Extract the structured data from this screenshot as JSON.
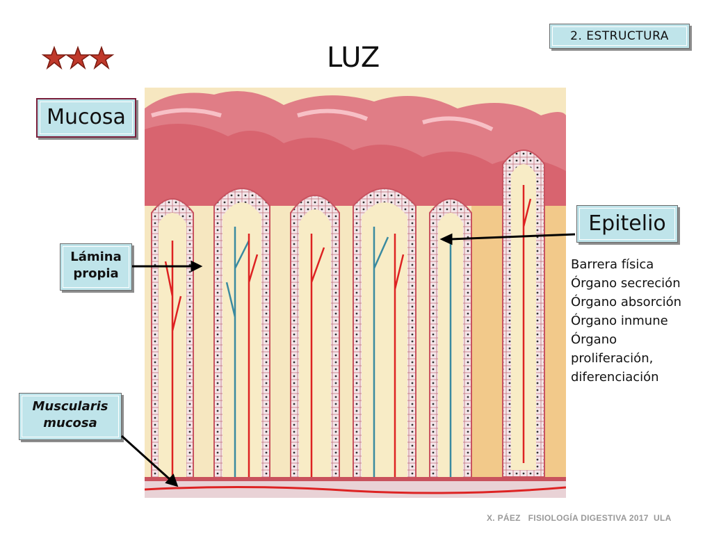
{
  "section_tag": "2. ESTRUCTURA",
  "page_title": "LUZ",
  "labels": {
    "mucosa": "Mucosa",
    "epitelio": "Epitelio",
    "lamina_propia": [
      "Lámina",
      "propia"
    ],
    "muscularis_mucosa": [
      "Muscularis",
      "mucosa"
    ]
  },
  "epitelio_functions": [
    "Barrera física",
    "Órgano secreción",
    "Órgano absorción",
    "Órgano inmune",
    "Órgano",
    "proliferación,",
    "diferenciación"
  ],
  "footer": "X. PÁEZ   FISIOLOGÍA DIGESTIVA 2017  ULA",
  "colors": {
    "tag_fill": "#bfe4ea",
    "stars": "#c0392b",
    "mucosa_border": "#7a1f3b"
  },
  "icons": {
    "stars": "three-red-stars-icon"
  }
}
